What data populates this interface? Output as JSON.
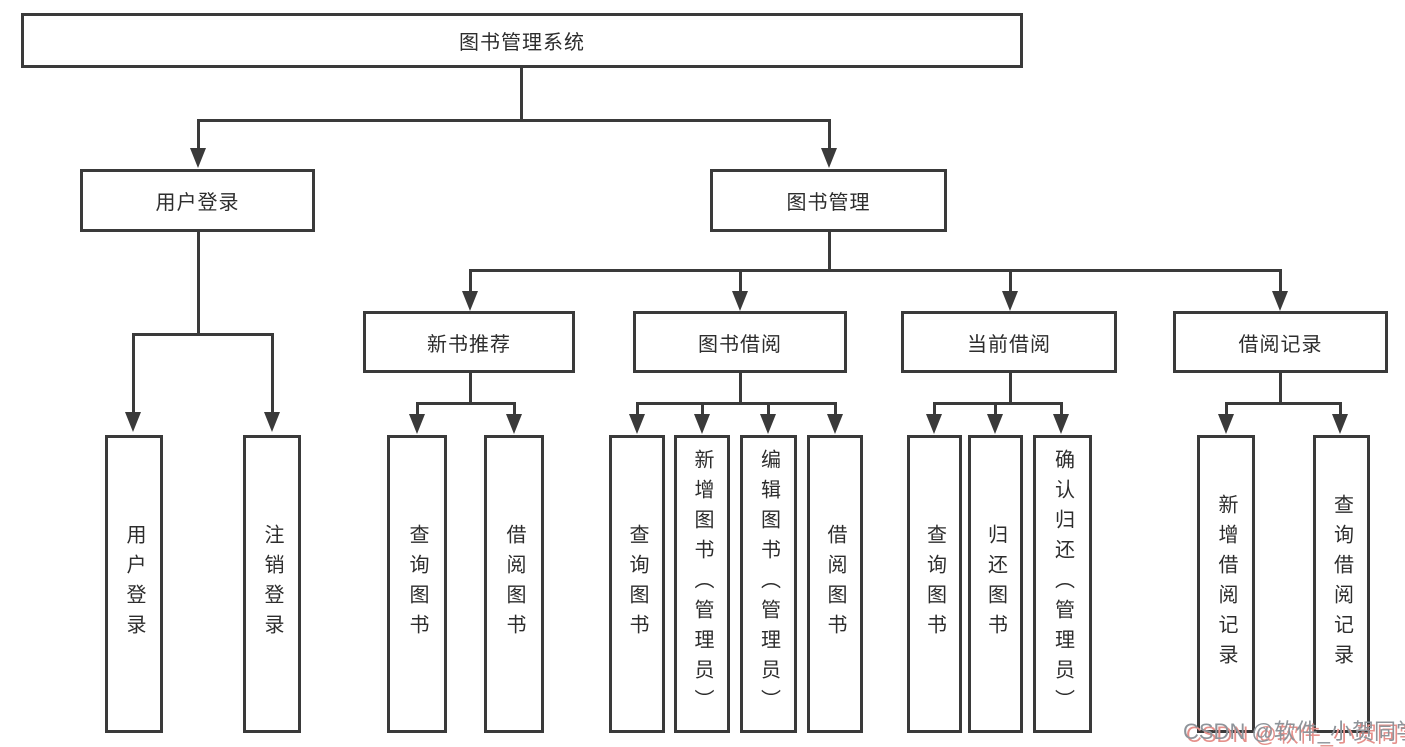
{
  "diagram": {
    "root": {
      "label": "图书管理系统"
    },
    "level2": [
      {
        "label": "用户登录"
      },
      {
        "label": "图书管理"
      }
    ],
    "level3": [
      {
        "label": "新书推荐"
      },
      {
        "label": "图书借阅"
      },
      {
        "label": "当前借阅"
      },
      {
        "label": "借阅记录"
      }
    ],
    "leaves": [
      {
        "label": "用户登录"
      },
      {
        "label": "注销登录"
      },
      {
        "label": "查询图书"
      },
      {
        "label": "借阅图书"
      },
      {
        "label": "查询图书"
      },
      {
        "label": "新增图书（管理员）"
      },
      {
        "label": "编辑图书（管理员）"
      },
      {
        "label": "借阅图书"
      },
      {
        "label": "查询图书"
      },
      {
        "label": "归还图书"
      },
      {
        "label": "确认归还（管理员）"
      },
      {
        "label": "新增借阅记录"
      },
      {
        "label": "查询借阅记录"
      }
    ]
  },
  "watermark": {
    "text": "CSDN @软件_小贺同学"
  },
  "colors": {
    "line": "#3a3a3a",
    "box_background": "#ffffff",
    "text": "#2d2d2d",
    "watermark_text": "#8e949a",
    "watermark_shadow": "#e5908b"
  }
}
